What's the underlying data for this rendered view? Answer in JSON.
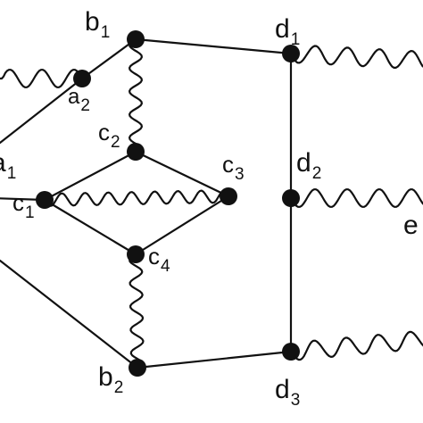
{
  "nodes": {
    "b1": {
      "label": "b",
      "sub": "1"
    },
    "a2": {
      "label": "a",
      "sub": "2"
    },
    "c2": {
      "label": "c",
      "sub": "2"
    },
    "c1": {
      "label": "c",
      "sub": "1"
    },
    "c3": {
      "label": "c",
      "sub": "3"
    },
    "c4": {
      "label": "c",
      "sub": "4"
    },
    "b2": {
      "label": "b",
      "sub": "2"
    },
    "d1": {
      "label": "d",
      "sub": "1"
    },
    "d2": {
      "label": "d",
      "sub": "2"
    },
    "d3": {
      "label": "d",
      "sub": "3"
    },
    "a1": {
      "label": "a",
      "sub": "1"
    },
    "e": {
      "label": "e",
      "sub": ""
    }
  },
  "edges": {
    "straight": [
      [
        "b1",
        "a2"
      ],
      [
        "b1",
        "d1"
      ],
      [
        "c2",
        "c1"
      ],
      [
        "c2",
        "c3"
      ],
      [
        "c1",
        "c4"
      ],
      [
        "c3",
        "c4"
      ],
      [
        "d1",
        "d2"
      ],
      [
        "d2",
        "d3"
      ],
      [
        "b2",
        "d3"
      ]
    ],
    "wavy": [
      [
        "b1",
        "c2"
      ],
      [
        "c1",
        "c3"
      ],
      [
        "c4",
        "b2"
      ]
    ],
    "offscreen_straight": [
      "a2-left",
      "c1-left",
      "b2-left"
    ],
    "offscreen_wavy": [
      "a2-left",
      "d1-right",
      "d2-right",
      "d3-right"
    ]
  },
  "colors": {
    "stroke": "#111111",
    "background": "#ffffff"
  }
}
